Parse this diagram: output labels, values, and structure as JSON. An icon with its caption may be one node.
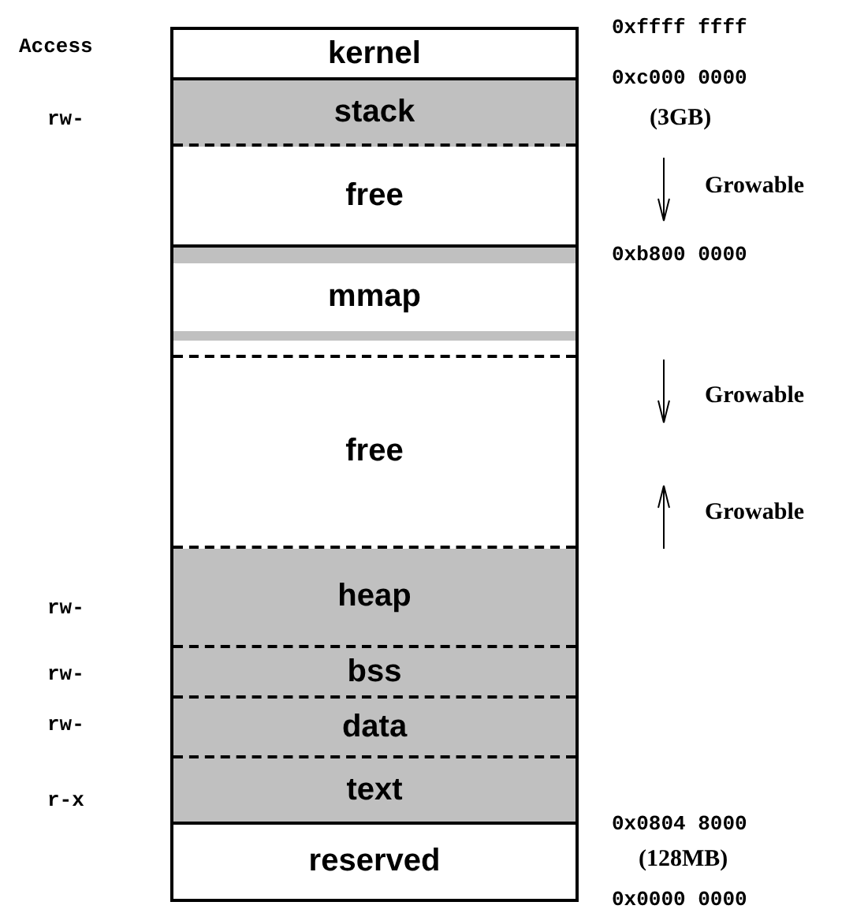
{
  "diagram": {
    "nodes": [
      {
        "text": [
          "kernel"
        ]
      },
      {
        "text": [
          "stack"
        ]
      },
      {
        "text": [
          "free"
        ]
      },
      {
        "text": [
          "mmap"
        ]
      },
      {
        "text": [
          "free"
        ]
      },
      {
        "text": [
          "heap"
        ]
      },
      {
        "text": [
          "bss"
        ]
      },
      {
        "text": [
          "data"
        ]
      },
      {
        "text": [
          "text"
        ]
      },
      {
        "text": [
          "reserved"
        ]
      }
    ],
    "labels": [
      "Access",
      "0xffff ffff",
      "0xc000 0000",
      "(3GB)",
      "rw-",
      "Growable",
      "0xb800 0000",
      "Growable",
      "Growable",
      "rw-",
      "rw-",
      "rw-",
      "r-x",
      "0x0804 8000",
      "(128MB)",
      "0x0000 0000"
    ]
  }
}
